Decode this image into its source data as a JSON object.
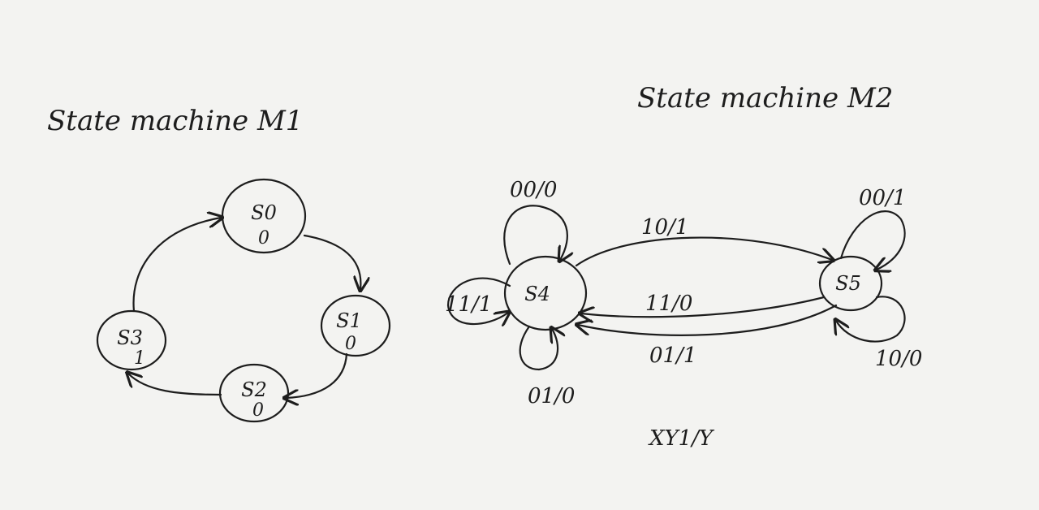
{
  "titles": {
    "m1": "State machine M1",
    "m2": "State machine M2"
  },
  "m1": {
    "states": {
      "s0": {
        "name": "S0",
        "output": "0"
      },
      "s1": {
        "name": "S1",
        "output": "0"
      },
      "s2": {
        "name": "S2",
        "output": "0"
      },
      "s3": {
        "name": "S3",
        "output": "1"
      }
    }
  },
  "m2": {
    "states": {
      "s4": {
        "name": "S4"
      },
      "s5": {
        "name": "S5"
      }
    },
    "transitions": {
      "s4_self_top": "00/0",
      "s4_self_left": "11/1",
      "s4_self_bottom": "01/0",
      "s4_to_s5": "10/1",
      "s5_to_s4_upper": "11/0",
      "s5_to_s4_lower": "01/1",
      "s5_self_top": "00/1",
      "s5_self_bottom": "10/0"
    },
    "legend": "XY1/Y"
  }
}
